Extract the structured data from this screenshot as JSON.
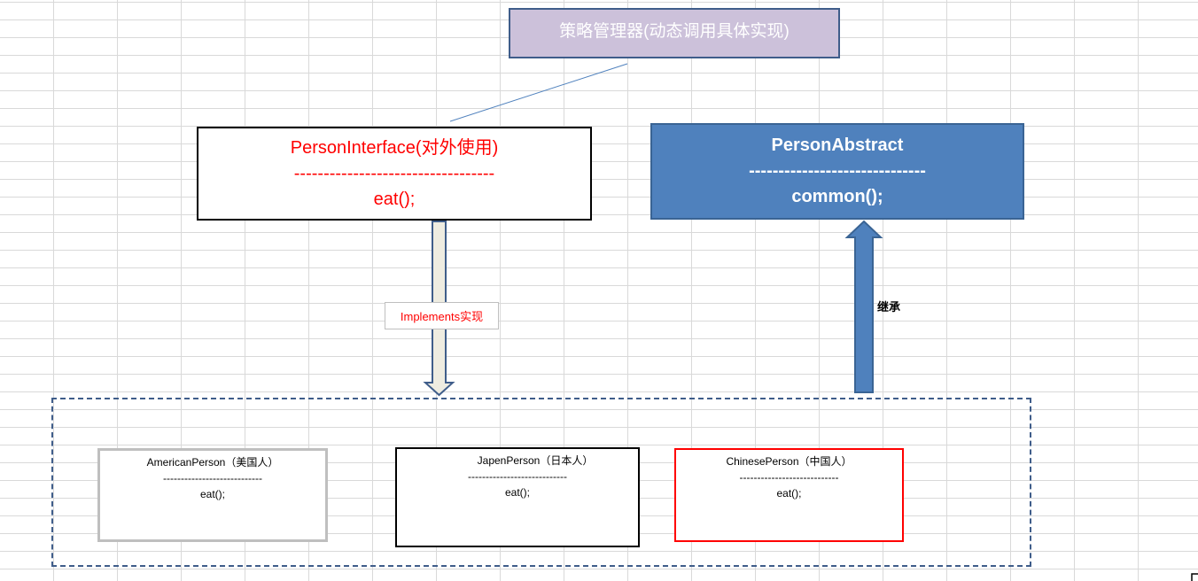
{
  "strategy": {
    "label": "策略管理器(动态调用具体实现)"
  },
  "interface": {
    "name": "PersonInterface(对外使用)",
    "divider": "----------------------------------",
    "method": "eat();"
  },
  "abstract": {
    "name": "PersonAbstract",
    "divider": "------------------------------",
    "method": "common();"
  },
  "relations": {
    "implements": "Implements实现",
    "inherit": "继承"
  },
  "implementations": [
    {
      "name": "AmericanPerson（美国人）",
      "divider": "----------------------------",
      "method": "eat();"
    },
    {
      "name": "JapenPerson（日本人）",
      "divider": "----------------------------",
      "method": "eat();"
    },
    {
      "name": "ChinesePerson（中国人）",
      "divider": "----------------------------",
      "method": "eat();"
    }
  ],
  "colors": {
    "interface_text": "#ff0000",
    "abstract_fill": "#4f81bd",
    "strategy_fill": "#ccc1da",
    "implements_arrow": "#eeece1",
    "inherit_arrow": "#4f81bd"
  }
}
